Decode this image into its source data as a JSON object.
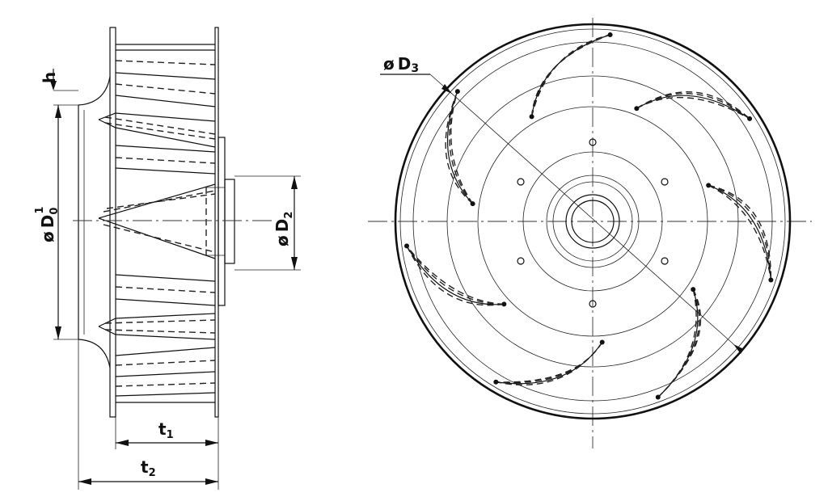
{
  "drawing": {
    "side_view": {
      "label_h": "h",
      "label_d1_symbol": "ø",
      "label_d1_main": "D",
      "label_d1_sup": "1",
      "label_d1_sub": "0",
      "label_d2_symbol": "ø",
      "label_d2_main": "D",
      "label_d2_sub": "2",
      "label_t1_main": "t",
      "label_t1_sub": "1",
      "label_t2_main": "t",
      "label_t2_sub": "2"
    },
    "front_view": {
      "label_d3_symbol": "ø",
      "label_d3_main": "D",
      "label_d3_sub": "3"
    },
    "colors": {
      "line": "#111111",
      "background": "#ffffff"
    }
  }
}
